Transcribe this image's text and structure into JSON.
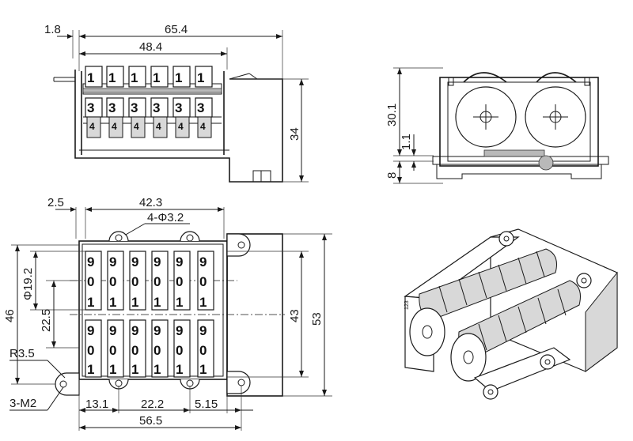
{
  "front_view": {
    "dims": {
      "overall_width": "65.4",
      "body_width": "48.4",
      "offset_left": "1.8",
      "height": "34"
    },
    "drum_digits_top": [
      "1",
      "1",
      "1",
      "1",
      "1",
      "1"
    ],
    "drum_digits_mid": [
      "3",
      "3",
      "3",
      "3",
      "3",
      "3"
    ],
    "drum_digits_low": [
      "4",
      "4",
      "4",
      "4",
      "4",
      "4"
    ]
  },
  "side_view": {
    "dims": {
      "height": "30.1",
      "offset": "1.1",
      "base": "8"
    }
  },
  "top_view": {
    "dims": {
      "offset_left": "2.5",
      "wheel_span": "42.3",
      "holes": "4-Φ3.2",
      "drum_diameter": "Φ19.2",
      "drum_pitch": "22.5",
      "overall_height": "46",
      "mount_height": "43",
      "total_height": "53",
      "corner_radius": "R3.5",
      "screw_holes": "3-M2",
      "left_offset": "13.1",
      "mid_span": "22.2",
      "right_offset": "5.15",
      "overall_width": "56.5"
    },
    "upper_row": {
      "digits_top": [
        "9",
        "9",
        "9",
        "9",
        "9",
        "9"
      ],
      "digits_mid": [
        "0",
        "0",
        "0",
        "0",
        "0",
        "0"
      ],
      "digits_low": [
        "1",
        "1",
        "1",
        "1",
        "1",
        "1"
      ]
    },
    "lower_row": {
      "digits_top": [
        "9",
        "9",
        "9",
        "9",
        "9",
        "9"
      ],
      "digits_mid": [
        "0",
        "0",
        "0",
        "0",
        "0",
        "0"
      ],
      "digits_low": [
        "1",
        "1",
        "1",
        "1",
        "1",
        "1"
      ]
    }
  },
  "iso_view": {
    "label": "123"
  }
}
